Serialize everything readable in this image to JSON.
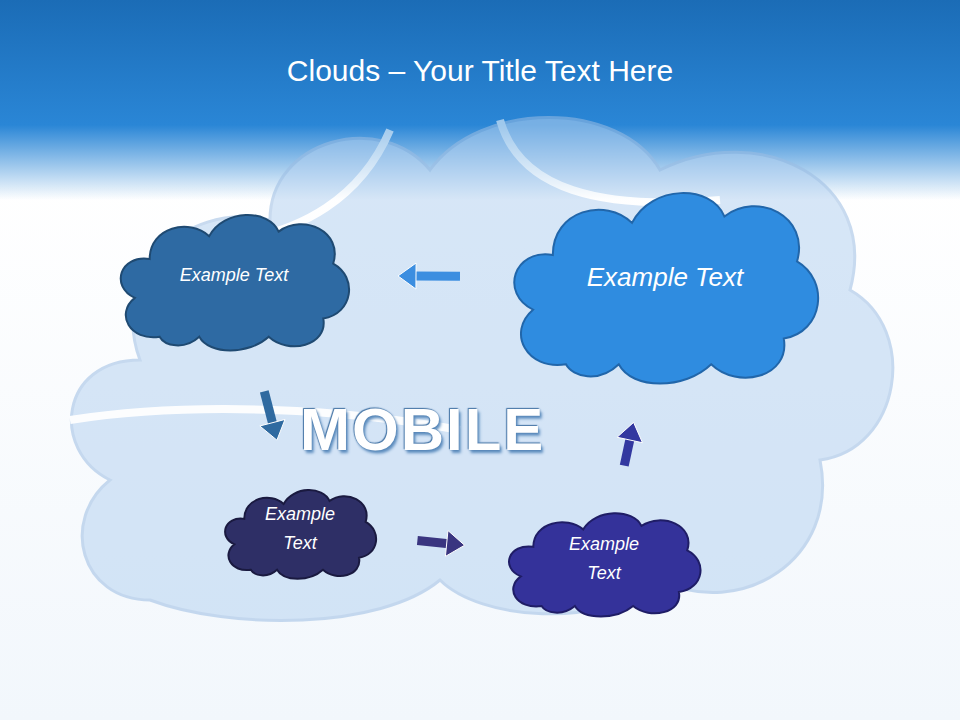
{
  "diagram": {
    "title": "Clouds – Your Title Text Here",
    "nodes": [
      {
        "text": [
          "Example Text"
        ]
      },
      {
        "text": [
          "Example Text"
        ]
      },
      {
        "text": [
          "Example Text"
        ]
      },
      {
        "text": [
          "Example Text"
        ]
      }
    ],
    "edges": [
      {
        "from": 1,
        "to": 0,
        "arrow": "to"
      },
      {
        "from": 0,
        "to": 2,
        "arrow": "to"
      },
      {
        "from": 2,
        "to": 3,
        "arrow": "to"
      },
      {
        "from": 3,
        "to": 1,
        "arrow": "to"
      }
    ],
    "labels": [
      "MOBILE"
    ]
  }
}
